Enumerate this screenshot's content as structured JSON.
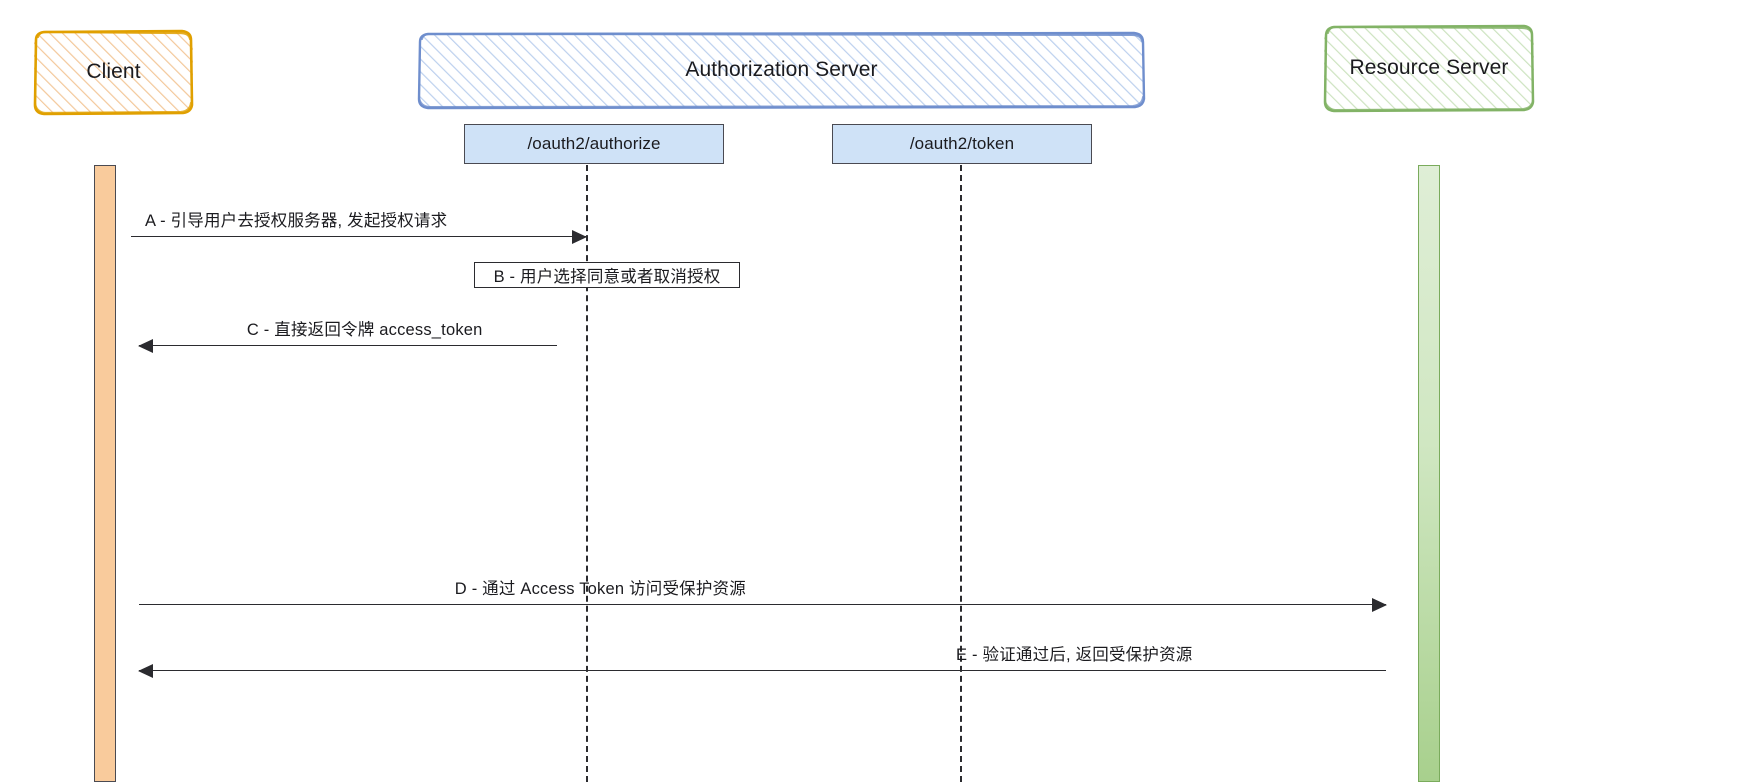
{
  "diagram": {
    "title": "OAuth2 Implicit Flow Sequence Diagram",
    "participants": [
      {
        "id": "client",
        "label": "Client",
        "stroke": "#e0a000",
        "fill": "#fbe0c0",
        "lifeline_fill": "#f9cb9c"
      },
      {
        "id": "authorization-server",
        "label": "Authorization Server",
        "stroke": "#6f8ecd",
        "fill": "#dbe6f8",
        "lifeline_fill": "none"
      },
      {
        "id": "resource-server",
        "label": "Resource Server",
        "stroke": "#82b366",
        "fill": "#e4f0dd",
        "lifeline_fill": "#d9ead3"
      }
    ],
    "endpoints": [
      {
        "id": "authorize-endpoint",
        "label": "/oauth2/authorize",
        "fill": "#cfe2f7",
        "stroke": "#4a4a52"
      },
      {
        "id": "token-endpoint",
        "label": "/oauth2/token",
        "fill": "#cfe2f7",
        "stroke": "#4a4a52"
      }
    ],
    "messages": [
      {
        "id": "A",
        "label": "A - 引导用户去授权服务器, 发起授权请求",
        "from": "client",
        "to": "authorize-endpoint",
        "direction": "right"
      },
      {
        "id": "C",
        "label": "C - 直接返回令牌  access_token",
        "from": "authorize-endpoint",
        "to": "client",
        "direction": "left"
      },
      {
        "id": "D",
        "label": "D - 通过 Access Token 访问受保护资源",
        "from": "client",
        "to": "resource-server",
        "direction": "right"
      },
      {
        "id": "E",
        "label": "E - 验证通过后, 返回受保护资源",
        "from": "resource-server",
        "to": "client",
        "direction": "left"
      }
    ],
    "notes": [
      {
        "id": "B",
        "label": "B - 用户选择同意或者取消授权"
      }
    ]
  }
}
